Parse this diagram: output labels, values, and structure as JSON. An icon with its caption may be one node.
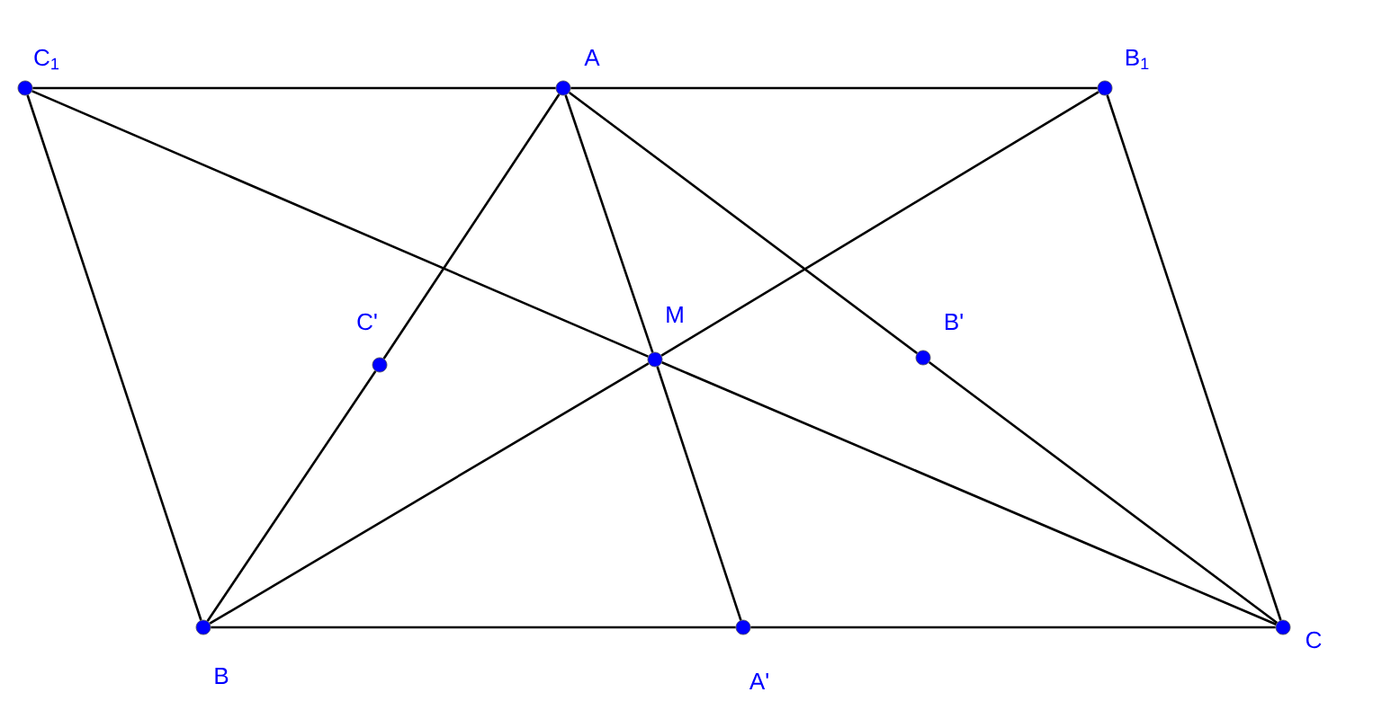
{
  "diagram": {
    "nodes": [
      {
        "text": [],
        "shape": "circle",
        "beside": [
          "C$_{1}$"
        ]
      },
      {
        "text": [],
        "shape": "circle",
        "beside": [
          "A"
        ]
      },
      {
        "text": [],
        "shape": "circle",
        "beside": [
          "B$_{1}$"
        ]
      },
      {
        "text": [],
        "shape": "circle",
        "beside": [
          "C'"
        ]
      },
      {
        "text": [],
        "shape": "circle",
        "beside": [
          "M"
        ]
      },
      {
        "text": [],
        "shape": "circle",
        "beside": [
          "B'"
        ]
      },
      {
        "text": [],
        "shape": "circle",
        "beside": [
          "B"
        ]
      },
      {
        "text": [],
        "shape": "circle",
        "beside": [
          "A'"
        ]
      },
      {
        "text": [],
        "shape": "circle",
        "beside": [
          "C"
        ]
      }
    ],
    "edges": [
      {
        "from": 0,
        "to": 1,
        "arrow": "none"
      },
      {
        "from": 1,
        "to": 2,
        "arrow": "none"
      },
      {
        "from": 0,
        "to": 6,
        "arrow": "none"
      },
      {
        "from": 2,
        "to": 8,
        "arrow": "none"
      },
      {
        "from": 6,
        "to": 7,
        "arrow": "none"
      },
      {
        "from": 7,
        "to": 8,
        "arrow": "none"
      },
      {
        "from": 1,
        "to": 3,
        "arrow": "none"
      },
      {
        "from": 3,
        "to": 6,
        "arrow": "none"
      },
      {
        "from": 1,
        "to": 5,
        "arrow": "none"
      },
      {
        "from": 5,
        "to": 8,
        "arrow": "none"
      },
      {
        "from": 1,
        "to": 4,
        "arrow": "none"
      },
      {
        "from": 4,
        "to": 7,
        "arrow": "none"
      },
      {
        "from": 6,
        "to": 4,
        "arrow": "none"
      },
      {
        "from": 4,
        "to": 2,
        "arrow": "none"
      },
      {
        "from": 0,
        "to": 4,
        "arrow": "none"
      },
      {
        "from": 4,
        "to": 8,
        "arrow": "none"
      }
    ]
  }
}
